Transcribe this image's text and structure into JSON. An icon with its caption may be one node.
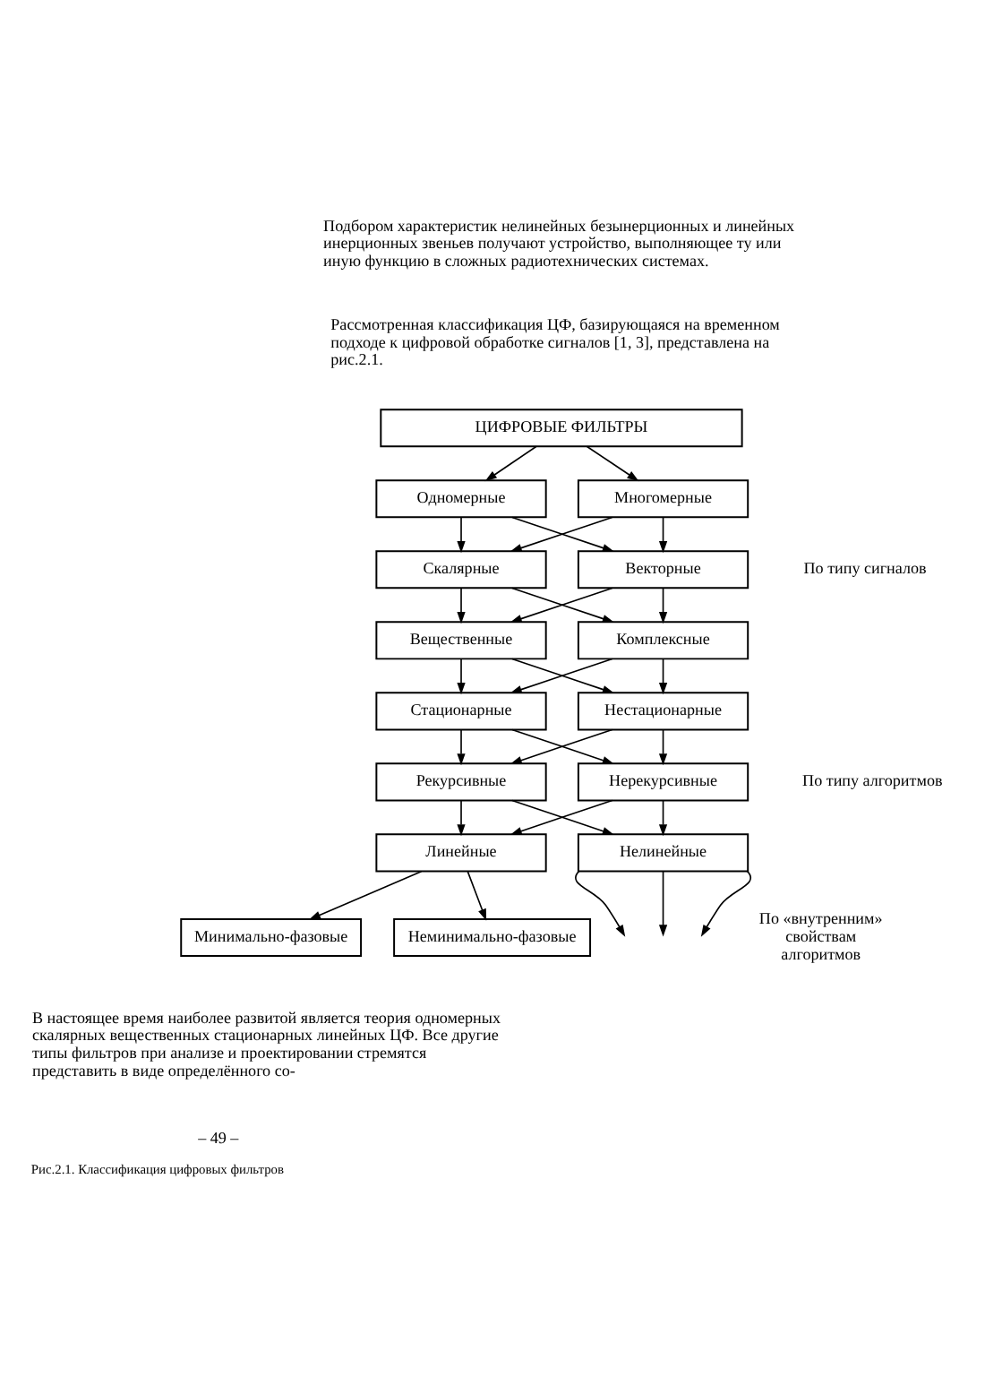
{
  "diagram": {
    "caption": "Рис.2.1. Классификация цифровых фильтров",
    "nodes": [
      {
        "text": [
          "ЦИФРОВЫЕ ФИЛЬТРЫ"
        ]
      },
      {
        "text": [
          "Одномерные"
        ]
      },
      {
        "text": [
          "Многомерные"
        ]
      },
      {
        "text": [
          "Скалярные"
        ]
      },
      {
        "text": [
          "Векторные"
        ]
      },
      {
        "text": [
          "Вещественные"
        ]
      },
      {
        "text": [
          "Комплексные"
        ]
      },
      {
        "text": [
          "Стационарные"
        ]
      },
      {
        "text": [
          "Нестационарные"
        ]
      },
      {
        "text": [
          "Рекурсивные"
        ]
      },
      {
        "text": [
          "Нерекурсивные"
        ]
      },
      {
        "text": [
          "Линейные"
        ]
      },
      {
        "text": [
          "Нелинейные"
        ]
      },
      {
        "text": [
          "Минимально-фазовые"
        ]
      },
      {
        "text": [
          "Неминимально-фазовые"
        ]
      }
    ],
    "edges": [
      {
        "from": 0,
        "to": 1,
        "arrow": "to"
      },
      {
        "from": 0,
        "to": 2,
        "arrow": "to"
      },
      {
        "from": 1,
        "to": 3,
        "arrow": "to"
      },
      {
        "from": 1,
        "to": 4,
        "arrow": "to"
      },
      {
        "from": 2,
        "to": 3,
        "arrow": "to"
      },
      {
        "from": 2,
        "to": 4,
        "arrow": "to"
      },
      {
        "from": 3,
        "to": 5,
        "arrow": "to"
      },
      {
        "from": 3,
        "to": 6,
        "arrow": "to"
      },
      {
        "from": 4,
        "to": 5,
        "arrow": "to"
      },
      {
        "from": 4,
        "to": 6,
        "arrow": "to"
      },
      {
        "from": 5,
        "to": 7,
        "arrow": "to"
      },
      {
        "from": 5,
        "to": 8,
        "arrow": "to"
      },
      {
        "from": 6,
        "to": 7,
        "arrow": "to"
      },
      {
        "from": 6,
        "to": 8,
        "arrow": "to"
      },
      {
        "from": 7,
        "to": 9,
        "arrow": "to"
      },
      {
        "from": 7,
        "to": 10,
        "arrow": "to"
      },
      {
        "from": 8,
        "to": 9,
        "arrow": "to"
      },
      {
        "from": 8,
        "to": 10,
        "arrow": "to"
      },
      {
        "from": 9,
        "to": 11,
        "arrow": "to"
      },
      {
        "from": 9,
        "to": 12,
        "arrow": "to"
      },
      {
        "from": 10,
        "to": 11,
        "arrow": "to"
      },
      {
        "from": 10,
        "to": 12,
        "arrow": "to"
      },
      {
        "from": 11,
        "to": 13,
        "arrow": "to"
      },
      {
        "from": 11,
        "to": 14,
        "arrow": "to"
      },
      {
        "from": 12,
        "to": null,
        "arrow": "to"
      },
      {
        "from": 12,
        "to": null,
        "arrow": "to"
      },
      {
        "from": 12,
        "to": null,
        "arrow": "to"
      }
    ],
    "labels": [
      "Подбором характеристик нелинейных безынерционных и линейных инерционных звеньев получают устройство, выполняющее ту или иную функцию в сложных радиотехнических системах.",
      "Рассмотренная классификация ЦФ, базирующаяся на временном подходе к цифровой обработке сигналов [1, 3], представлена на рис.2.1.",
      "По типу сигналов",
      "По типу алгоритмов",
      "По «внутренним» свойствам алгоритмов",
      "В настоящее время наиболее развитой является теория одномерных скалярных вещественных стационарных линейных ЦФ. Все другие типы фильтров при анализе и проектировании стремятся представить в виде определённого со-",
      "– 49 –"
    ]
  }
}
